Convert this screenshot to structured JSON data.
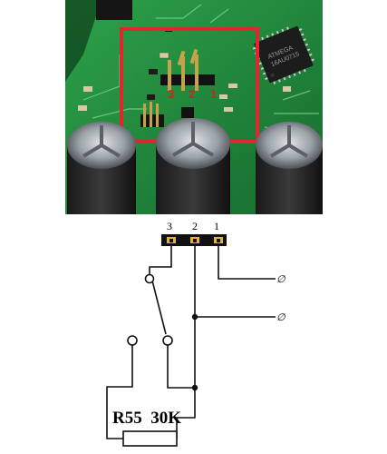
{
  "photo": {
    "chip_marking_line1": "ATMEGA",
    "chip_marking_line2": "16AU0715",
    "pin_labels": [
      "3",
      "2",
      "1"
    ],
    "highlight_color": "#e0262e",
    "board_color": "#1f8a3c",
    "label_color": "#d42020"
  },
  "schematic": {
    "pin_numbers": [
      "3",
      "2",
      "1"
    ],
    "resistor_label": "R55  30K",
    "terminal_symbol_top": "∅",
    "terminal_symbol_bottom": "∅",
    "header_color": "#111111",
    "pin_pad_color": "#e2b23a"
  }
}
